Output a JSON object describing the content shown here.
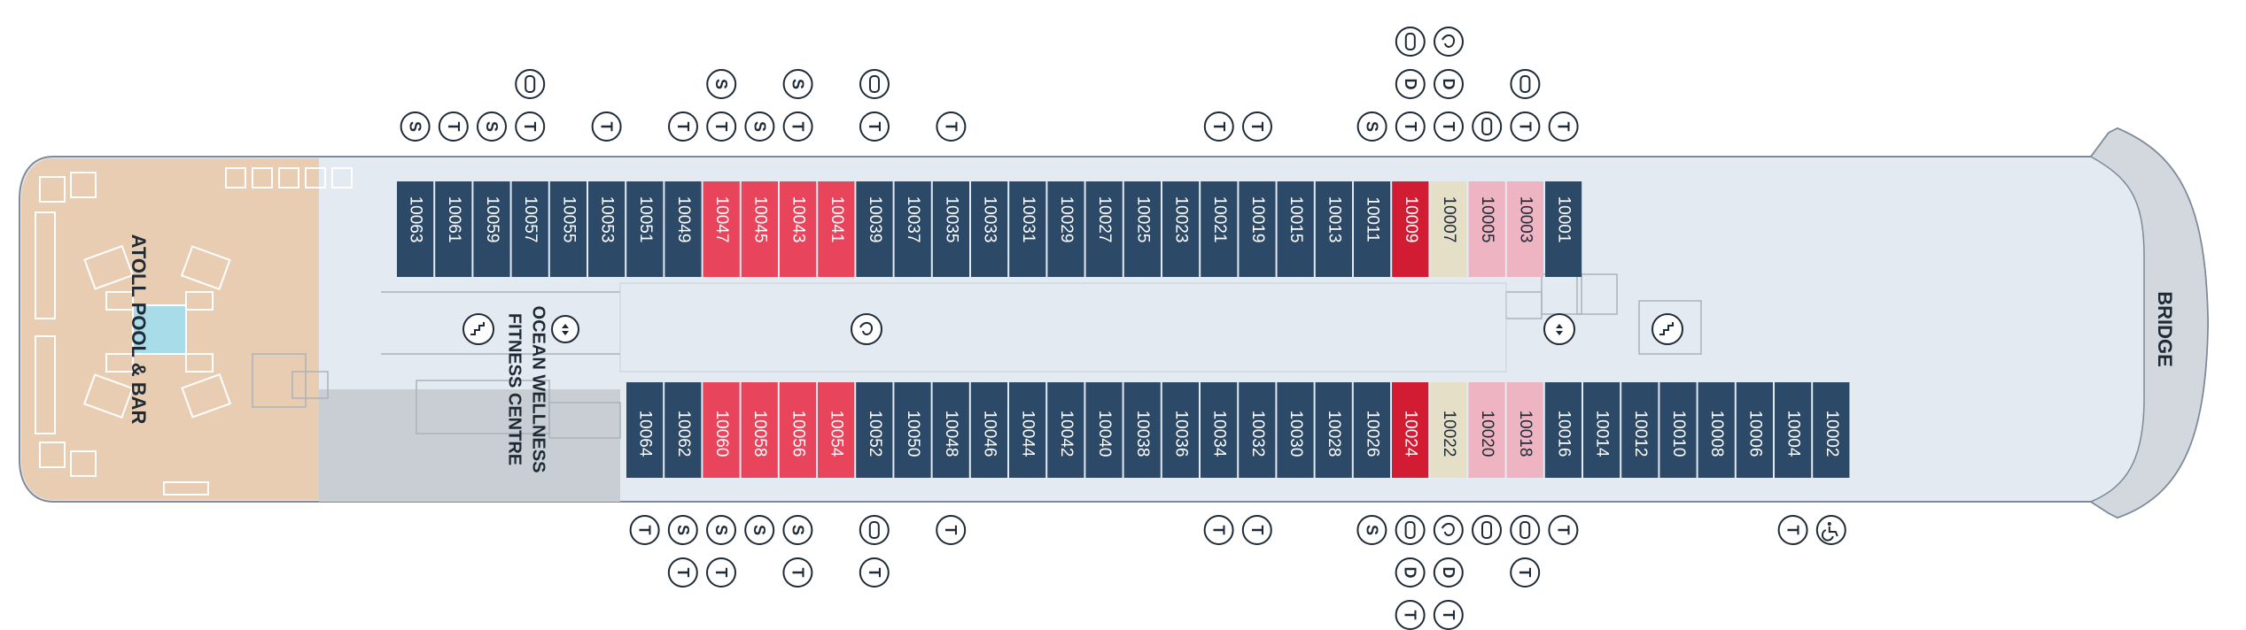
{
  "areas": {
    "pool": "ATOLL POOL & BAR",
    "fitness_line1": "OCEAN WELLNESS",
    "fitness_line2": "FITNESS CENTRE",
    "bridge": "BRIDGE"
  },
  "colors": {
    "page_bg": "#ffffff",
    "deck_fill": "#e4eaf1",
    "deck_outline": "#7d8a99",
    "pool_deck": "#e8cdb2",
    "water": "#a8dce8",
    "bridge_fill": "#d3d8de",
    "fitness_fill": "#c9ced4",
    "standard_cabin": "#2c4a68",
    "balcony_cabin": "#e8445b",
    "signature_suite": "#d21c34",
    "suite_pink": "#eeb4c2",
    "suite_beige": "#e5dfc8",
    "cabin_text": "#ffffff",
    "cabin_text_dark": "#1e2a36",
    "icon_stroke": "#1e2a36"
  },
  "legend_icons": {
    "S": "sofa-bed-icon",
    "T": "twin-beds-icon",
    "D": "double-bed-icon",
    "tub": "bathtub-icon",
    "spa": "whirlpool-icon",
    "stairs": "stairs-icon",
    "elevator": "elevator-icon",
    "accessible": "wheelchair-accessible-icon"
  },
  "top_cabins": [
    {
      "n": "10063",
      "type": "standard"
    },
    {
      "n": "10061",
      "type": "standard"
    },
    {
      "n": "10059",
      "type": "standard"
    },
    {
      "n": "10057",
      "type": "standard"
    },
    {
      "n": "10055",
      "type": "standard"
    },
    {
      "n": "10053",
      "type": "standard"
    },
    {
      "n": "10051",
      "type": "standard"
    },
    {
      "n": "10049",
      "type": "standard"
    },
    {
      "n": "10047",
      "type": "balcony"
    },
    {
      "n": "10045",
      "type": "balcony"
    },
    {
      "n": "10043",
      "type": "balcony"
    },
    {
      "n": "10041",
      "type": "balcony"
    },
    {
      "n": "10039",
      "type": "standard"
    },
    {
      "n": "10037",
      "type": "standard"
    },
    {
      "n": "10035",
      "type": "standard"
    },
    {
      "n": "10033",
      "type": "standard"
    },
    {
      "n": "10031",
      "type": "standard"
    },
    {
      "n": "10029",
      "type": "standard"
    },
    {
      "n": "10027",
      "type": "standard"
    },
    {
      "n": "10025",
      "type": "standard"
    },
    {
      "n": "10023",
      "type": "standard"
    },
    {
      "n": "10021",
      "type": "standard"
    },
    {
      "n": "10019",
      "type": "standard"
    },
    {
      "n": "10015",
      "type": "standard"
    },
    {
      "n": "10013",
      "type": "standard"
    },
    {
      "n": "10011",
      "type": "standard"
    },
    {
      "n": "10009",
      "type": "signature"
    },
    {
      "n": "10007",
      "type": "beige"
    },
    {
      "n": "10005",
      "type": "pink"
    },
    {
      "n": "10003",
      "type": "pink"
    },
    {
      "n": "10001",
      "type": "standard"
    }
  ],
  "bottom_cabins": [
    {
      "n": "10064",
      "type": "standard"
    },
    {
      "n": "10062",
      "type": "standard"
    },
    {
      "n": "10060",
      "type": "balcony"
    },
    {
      "n": "10058",
      "type": "balcony"
    },
    {
      "n": "10056",
      "type": "balcony"
    },
    {
      "n": "10054",
      "type": "balcony"
    },
    {
      "n": "10052",
      "type": "standard"
    },
    {
      "n": "10050",
      "type": "standard"
    },
    {
      "n": "10048",
      "type": "standard"
    },
    {
      "n": "10046",
      "type": "standard"
    },
    {
      "n": "10044",
      "type": "standard"
    },
    {
      "n": "10042",
      "type": "standard"
    },
    {
      "n": "10040",
      "type": "standard"
    },
    {
      "n": "10038",
      "type": "standard"
    },
    {
      "n": "10036",
      "type": "standard"
    },
    {
      "n": "10034",
      "type": "standard"
    },
    {
      "n": "10032",
      "type": "standard"
    },
    {
      "n": "10030",
      "type": "standard"
    },
    {
      "n": "10028",
      "type": "standard"
    },
    {
      "n": "10026",
      "type": "standard"
    },
    {
      "n": "10024",
      "type": "signature"
    },
    {
      "n": "10022",
      "type": "beige"
    },
    {
      "n": "10020",
      "type": "pink"
    },
    {
      "n": "10018",
      "type": "pink"
    },
    {
      "n": "10016",
      "type": "standard"
    },
    {
      "n": "10014",
      "type": "standard"
    },
    {
      "n": "10012",
      "type": "standard"
    },
    {
      "n": "10010",
      "type": "standard"
    },
    {
      "n": "10008",
      "type": "standard"
    },
    {
      "n": "10006",
      "type": "standard"
    },
    {
      "n": "10004",
      "type": "standard"
    },
    {
      "n": "10002",
      "type": "standard"
    }
  ],
  "top_symbols": [
    {
      "cabin": "10063",
      "stack": [
        "S"
      ]
    },
    {
      "cabin": "10061",
      "stack": [
        "T"
      ]
    },
    {
      "cabin": "10059",
      "stack": [
        "S"
      ]
    },
    {
      "cabin": "10057",
      "stack": [
        "tub",
        "T"
      ]
    },
    {
      "cabin": "10053",
      "stack": [
        "T"
      ]
    },
    {
      "cabin": "10049",
      "stack": [
        "T"
      ]
    },
    {
      "cabin": "10047",
      "stack": [
        "S",
        "T"
      ]
    },
    {
      "cabin": "10045",
      "stack": [
        "S"
      ]
    },
    {
      "cabin": "10043",
      "stack": [
        "S",
        "T"
      ]
    },
    {
      "cabin": "10039",
      "stack": [
        "tub",
        "T"
      ]
    },
    {
      "cabin": "10035",
      "stack": [
        "T"
      ]
    },
    {
      "cabin": "10021",
      "stack": [
        "T"
      ]
    },
    {
      "cabin": "10019",
      "stack": [
        "T"
      ]
    },
    {
      "cabin": "10011",
      "stack": [
        "S"
      ]
    },
    {
      "cabin": "10009",
      "stack": [
        "tub",
        "D",
        "T"
      ]
    },
    {
      "cabin": "10007",
      "stack": [
        "spa",
        "D",
        "T"
      ]
    },
    {
      "cabin": "10005",
      "stack": [
        "tub"
      ]
    },
    {
      "cabin": "10003",
      "stack": [
        "tub",
        "T"
      ]
    },
    {
      "cabin": "10001",
      "stack": [
        "T"
      ]
    }
  ],
  "bottom_symbols": [
    {
      "cabin": "10064",
      "stack": [
        "T"
      ]
    },
    {
      "cabin": "10062",
      "stack": [
        "S",
        "T"
      ]
    },
    {
      "cabin": "10060",
      "stack": [
        "S",
        "T"
      ]
    },
    {
      "cabin": "10058",
      "stack": [
        "S"
      ]
    },
    {
      "cabin": "10056",
      "stack": [
        "S",
        "T"
      ]
    },
    {
      "cabin": "10052",
      "stack": [
        "tub",
        "T"
      ]
    },
    {
      "cabin": "10048",
      "stack": [
        "T"
      ]
    },
    {
      "cabin": "10034",
      "stack": [
        "T"
      ]
    },
    {
      "cabin": "10032",
      "stack": [
        "T"
      ]
    },
    {
      "cabin": "10026",
      "stack": [
        "S"
      ]
    },
    {
      "cabin": "10024",
      "stack": [
        "tub",
        "D",
        "T"
      ]
    },
    {
      "cabin": "10022",
      "stack": [
        "spa",
        "D",
        "T"
      ]
    },
    {
      "cabin": "10020",
      "stack": [
        "tub"
      ]
    },
    {
      "cabin": "10018",
      "stack": [
        "tub",
        "T"
      ]
    },
    {
      "cabin": "10016",
      "stack": [
        "T"
      ]
    },
    {
      "cabin": "10004",
      "stack": [
        "T"
      ]
    },
    {
      "cabin": "10002",
      "stack": [
        "accessible"
      ]
    }
  ]
}
